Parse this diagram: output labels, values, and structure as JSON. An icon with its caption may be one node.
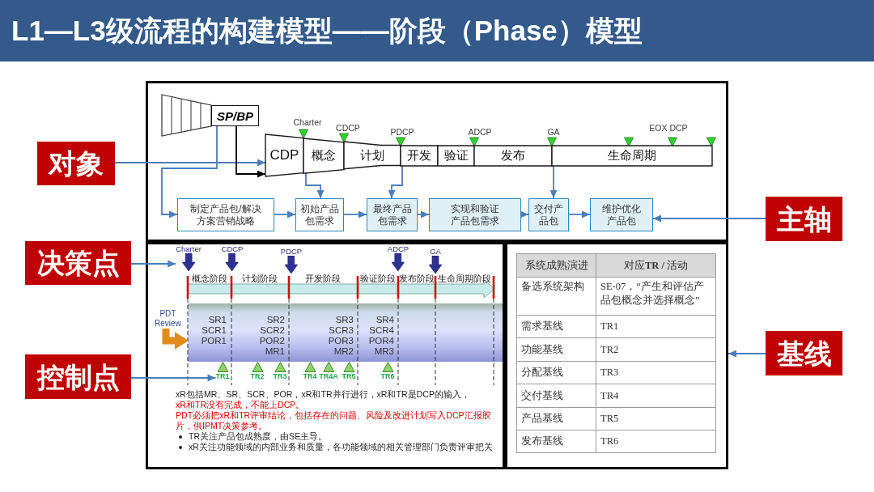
{
  "diagram": {
    "title": "L1—L3级流程的构建模型——阶段（Phase）模型",
    "nodes": [
      {
        "text": [
          "对象"
        ]
      },
      {
        "text": [
          "决策点"
        ]
      },
      {
        "text": [
          "控制点"
        ]
      },
      {
        "text": [
          "主轴"
        ]
      },
      {
        "text": [
          "基线"
        ]
      },
      {
        "text": [],
        "shape": "box"
      },
      {
        "text": [
          "SP/BP"
        ],
        "in": 5
      },
      {
        "text": [
          "CDP"
        ],
        "in": 5
      },
      {
        "text": [
          "概念"
        ],
        "in": 5
      },
      {
        "text": [
          "计划"
        ],
        "in": 5
      },
      {
        "text": [
          "开发"
        ],
        "in": 5
      },
      {
        "text": [
          "验证"
        ],
        "in": 5
      },
      {
        "text": [
          "发布"
        ],
        "in": 5
      },
      {
        "text": [
          "生命周期"
        ],
        "in": 5
      },
      {
        "text": [
          "制定产品包/解决方案营销战略"
        ],
        "in": 5
      },
      {
        "text": [
          "初始产品包需求"
        ],
        "in": 5
      },
      {
        "text": [
          "最终产品包需求"
        ],
        "in": 5
      },
      {
        "text": [
          "实现和验证产品包需求"
        ],
        "in": 5
      },
      {
        "text": [
          "交付产品包"
        ],
        "in": 5
      },
      {
        "text": [
          "维护优化产品包"
        ],
        "in": 5
      },
      {
        "text": [],
        "shape": "box"
      },
      {
        "text": [
          "Charter"
        ],
        "in": 20
      },
      {
        "text": [
          "CDCP"
        ],
        "in": 20
      },
      {
        "text": [
          "PDCP"
        ],
        "in": 20
      },
      {
        "text": [
          "ADCP"
        ],
        "in": 20
      },
      {
        "text": [
          "GA"
        ],
        "in": 20
      },
      {
        "text": [
          "PDT Review"
        ],
        "in": 20
      },
      {
        "text": [
          "SR1 SCR1 POR1",
          "SR2 SCR2 POR2 MR1",
          "SR3 SCR3 POR3 MR2",
          "SR4 SCR4 POR4 MR3"
        ],
        "in": 20
      },
      {
        "text": [
          "TR1"
        ],
        "in": 20
      },
      {
        "text": [
          "TR2"
        ],
        "in": 20
      },
      {
        "text": [
          "TR3"
        ],
        "in": 20
      },
      {
        "text": [
          "TR4"
        ],
        "in": 20
      },
      {
        "text": [
          "TR4A"
        ],
        "in": 20
      },
      {
        "text": [
          "TR5"
        ],
        "in": 20
      },
      {
        "text": [
          "TR6"
        ],
        "in": 20
      },
      {
        "text": [],
        "shape": "box"
      }
    ],
    "edges": [
      {
        "from": 0,
        "to": 7,
        "arrow": "to"
      },
      {
        "from": 1,
        "to": 21,
        "arrow": "to"
      },
      {
        "from": 2,
        "to": 28,
        "arrow": "to"
      },
      {
        "from": 3,
        "to": 19,
        "arrow": "to"
      },
      {
        "from": 4,
        "to": 35,
        "arrow": "to"
      },
      {
        "from": 6,
        "to": 14,
        "arrow": "to"
      },
      {
        "from": 6,
        "to": 7,
        "arrow": "to",
        "color": "#000000"
      },
      {
        "from": 14,
        "to": 15,
        "arrow": "to"
      },
      {
        "from": 15,
        "to": 16,
        "arrow": "to"
      },
      {
        "from": 16,
        "to": 17,
        "arrow": "to"
      },
      {
        "from": 17,
        "to": 18,
        "arrow": "to"
      },
      {
        "from": 18,
        "to": 19,
        "arrow": "to"
      },
      {
        "from": 8,
        "to": 15,
        "arrow": "to"
      },
      {
        "from": 10,
        "to": 16,
        "arrow": "to"
      },
      {
        "from": 13,
        "to": 18,
        "arrow": "to"
      },
      {
        "from": 26,
        "to": 27,
        "arrow": "to",
        "style": "thick",
        "color": "#e08c1a"
      }
    ],
    "labels": [
      "Charter",
      "CDCP",
      "PDCP",
      "ADCP",
      "GA",
      "EOX DCP",
      "概念阶段",
      "计划阶段",
      "开发阶段",
      "验证阶段",
      "发布阶段",
      "生命周期阶段",
      "xR包括MR、SR、SCR、POR，xR和TR并行进行，xR和TR是DCP的输入，",
      "xR和TR没有完成，不能上DCP。",
      "PDT必须把xR和TR评审结论，包括存在的问题、风险及改进计划写入DCP汇报胶片，供IPMT决策参考。",
      "TR关注产品包成熟度，由SE主导。",
      "xR关注功能领域的内部业务和质量，各功能领域的相关管理部门负责评审把关",
      "系统成熟演进",
      "对应**TR /** 活动",
      "备选系统架构",
      "SE-07，“产生和评估产品包概念并选择概念”",
      "需求基线",
      "TR1",
      "功能基线",
      "TR2",
      "分配基线",
      "TR3",
      "交付基线",
      "TR4",
      "产品基线",
      "TR5",
      "发布基线",
      "TR6"
    ]
  }
}
